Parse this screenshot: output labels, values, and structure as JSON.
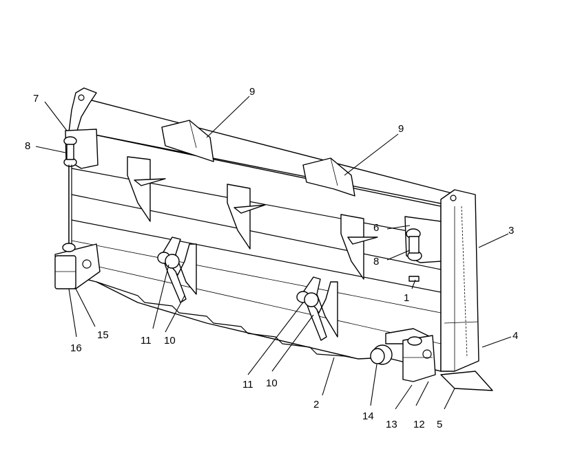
{
  "callouts": [
    "1",
    "2",
    "3",
    "4",
    "5",
    "6",
    "7",
    "8",
    "8",
    "9",
    "9",
    "10",
    "10",
    "11",
    "11",
    "12",
    "13",
    "14",
    "15",
    "16"
  ],
  "colors": {
    "ink": "#000000",
    "paper": "#ffffff"
  }
}
